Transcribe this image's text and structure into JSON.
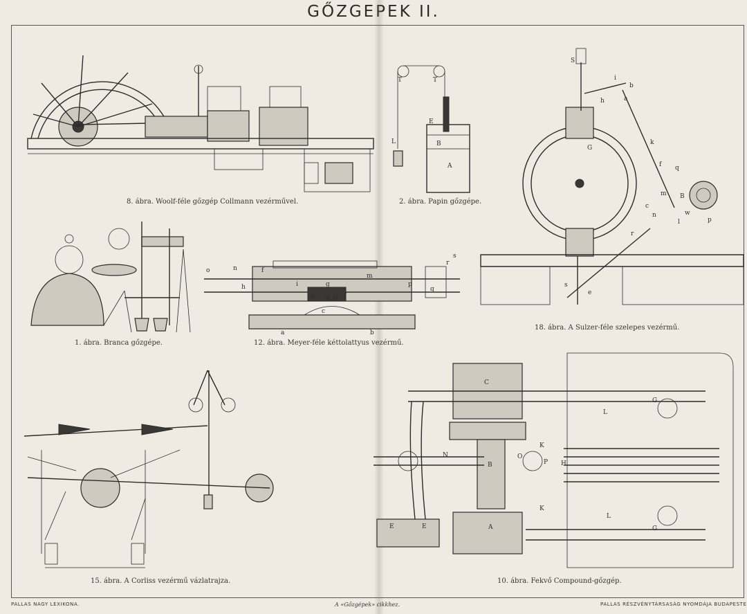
{
  "plate": {
    "title": "GŐZGEPEK II.",
    "footer_left": "PALLAS NAGY LEXIKONA.",
    "footer_center": "A «Gőzgépek» cikkhez.",
    "footer_right": "PALLAS RÉSZVÉNYTÁRSASÁG NYOMDÁJA BUDAPESTEN."
  },
  "figures": [
    {
      "caption": "8. ábra. Woolf-féle gőzgép Collmann vezérművel."
    },
    {
      "caption": "2. ábra. Papin gőzgépe."
    },
    {
      "caption": "1. ábra. Branca gőzgépe."
    },
    {
      "caption": "12. ábra. Meyer-féle kéttolattyus vezérmű."
    },
    {
      "caption": "18. ábra. A Sulzer-féle szelepes vezérmű."
    },
    {
      "caption": "15. ábra. A Corliss vezérmű vázlatrajza."
    },
    {
      "caption": "10. ábra. Fekvő Compound-gőzgép."
    }
  ],
  "labels": {
    "papin": [
      "T",
      "T",
      "L",
      "E",
      "B",
      "A"
    ],
    "meyer": [
      "o",
      "n",
      "f",
      "h",
      "i",
      "g",
      "m",
      "e",
      "d",
      "G",
      "f",
      "c",
      "a",
      "b",
      "r",
      "s",
      "p",
      "q"
    ],
    "sulzer": [
      "S",
      "i",
      "b",
      "h",
      "a",
      "G",
      "k",
      "f",
      "q",
      "m",
      "B",
      "c",
      "l",
      "w",
      "p",
      "n",
      "r",
      "s",
      "e"
    ],
    "compound": [
      "C",
      "G",
      "L",
      "H",
      "N",
      "B",
      "O",
      "K",
      "P",
      "K",
      "A",
      "E",
      "E",
      "L",
      "G"
    ]
  }
}
